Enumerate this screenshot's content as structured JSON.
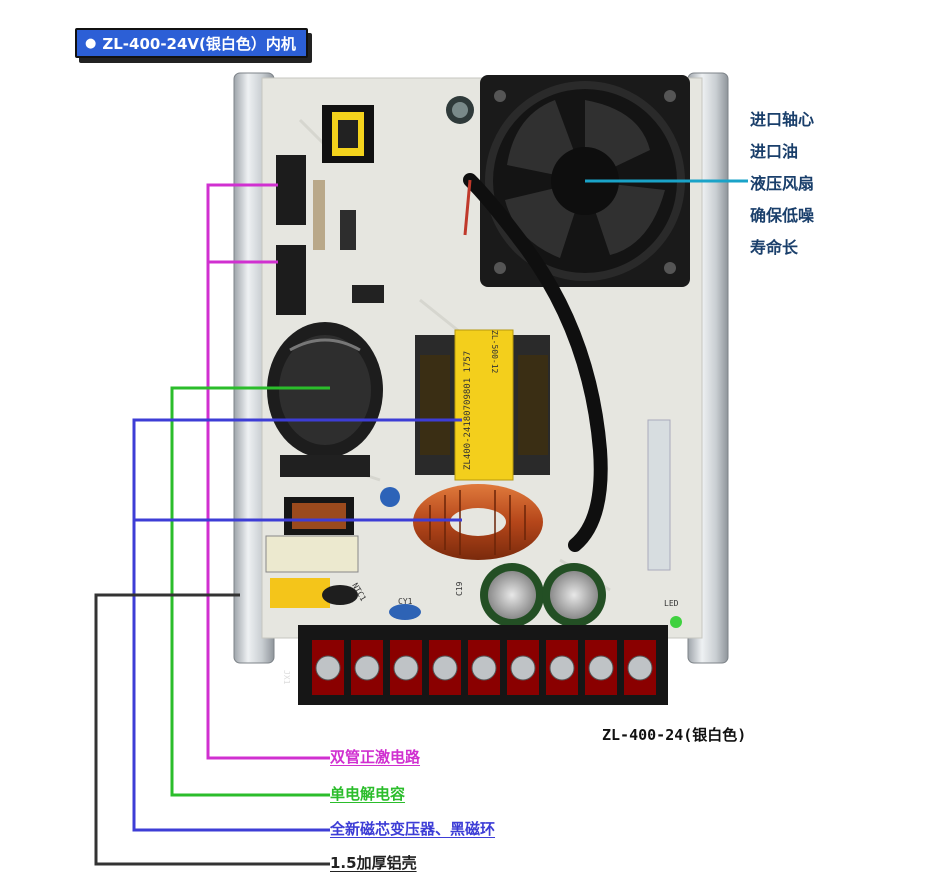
{
  "header": {
    "model_title": "ZL-400-24V(银白色）内机"
  },
  "fan_note": {
    "lines": [
      "进口轴心",
      "进口油",
      "液压风扇",
      "确保低噪",
      "寿命长"
    ]
  },
  "product_label": "ZL-400-24(银白色)",
  "callouts": [
    {
      "text": "双管正激电路",
      "color": "#d030d0"
    },
    {
      "text": "单电解电容",
      "color": "#2bbd2b"
    },
    {
      "text": "全新磁芯变压器、黑磁环",
      "color": "#3d3dd6"
    },
    {
      "text": "1.5加厚铝壳",
      "color": "#222222"
    }
  ],
  "pcb_markings": {
    "transformer_code": "ZL400-24180709801 1757",
    "fan_label": "ZL-500-12",
    "terminal_label": "JX1",
    "cy_label": "CY1",
    "c19_label": "C19",
    "led_label": "LED",
    "ntc_label": "NTC1"
  }
}
